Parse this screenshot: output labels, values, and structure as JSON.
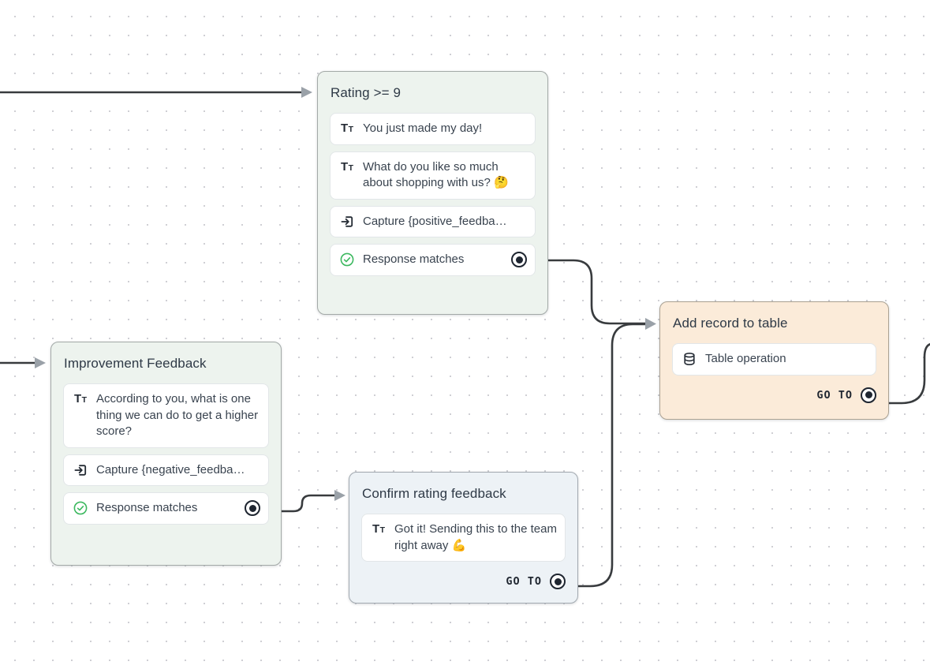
{
  "canvas": {
    "background": "#ffffff",
    "grid_dot_color": "#cfcfd4"
  },
  "colors": {
    "node_green_bg": "#edf3ee",
    "node_blue_bg": "#edf2f6",
    "node_orange_bg": "#fbebd9",
    "edge": "#383b3e",
    "arrowhead": "#9aa1a8",
    "check_green": "#3cb85f",
    "port": "#1e2530"
  },
  "nodes": {
    "rating": {
      "title": "Rating >= 9",
      "items": [
        {
          "icon": "text-icon",
          "label": "You just made my day!"
        },
        {
          "icon": "text-icon",
          "label": "What do you like so much about shopping with us? 🤔"
        },
        {
          "icon": "capture-icon",
          "label": "Capture {positive_feedba…"
        },
        {
          "icon": "check-icon",
          "label": "Response matches",
          "has_port": true
        }
      ]
    },
    "improvement": {
      "title": "Improvement Feedback",
      "items": [
        {
          "icon": "text-icon",
          "label": "According to you, what is one thing we can do to get a higher score?"
        },
        {
          "icon": "capture-icon",
          "label": "Capture {negative_feedba…"
        },
        {
          "icon": "check-icon",
          "label": "Response matches",
          "has_port": true
        }
      ]
    },
    "confirm": {
      "title": "Confirm rating feedback",
      "items": [
        {
          "icon": "text-icon",
          "label": "Got it! Sending this to the team right away 💪"
        }
      ],
      "goto_label": "GO TO"
    },
    "add_record": {
      "title": "Add record to table",
      "items": [
        {
          "icon": "table-icon",
          "label": "Table operation"
        }
      ],
      "goto_label": "GO TO"
    }
  }
}
